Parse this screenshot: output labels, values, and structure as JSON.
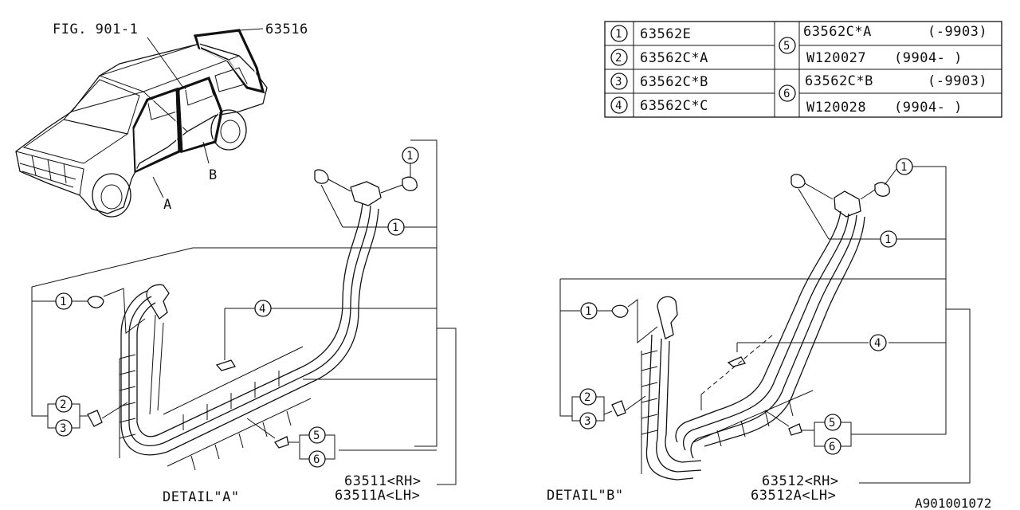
{
  "figure_ref": "FIG. 901-1",
  "top_part_number": "63516",
  "car_labels": {
    "a": "A",
    "b": "B"
  },
  "legend": {
    "rows": [
      {
        "num": "1",
        "part": "63562E"
      },
      {
        "num": "2",
        "part": "63562C*A"
      },
      {
        "num": "3",
        "part": "63562C*B"
      },
      {
        "num": "4",
        "part": "63562C*C"
      }
    ],
    "groups": [
      {
        "num": "5",
        "lines": [
          {
            "part": "63562C*A",
            "range": "(-9903)"
          },
          {
            "part": "W120027",
            "range": "(9904- )"
          }
        ]
      },
      {
        "num": "6",
        "lines": [
          {
            "part": "63562C*B",
            "range": "(-9903)"
          },
          {
            "part": "W120028",
            "range": "(9904- )"
          }
        ]
      }
    ]
  },
  "detail_a": {
    "title": "DETAIL\"A\"",
    "part_rh": "63511<RH>",
    "part_lh": "63511A<LH>",
    "callouts": [
      "1",
      "1",
      "1",
      "4",
      "2",
      "3",
      "5",
      "6"
    ]
  },
  "detail_b": {
    "title": "DETAIL\"B\"",
    "part_rh": "63512<RH>",
    "part_lh": "63512A<LH>",
    "callouts": [
      "1",
      "1",
      "1",
      "4",
      "2",
      "3",
      "5",
      "6"
    ]
  },
  "diagram_id": "A901001072"
}
